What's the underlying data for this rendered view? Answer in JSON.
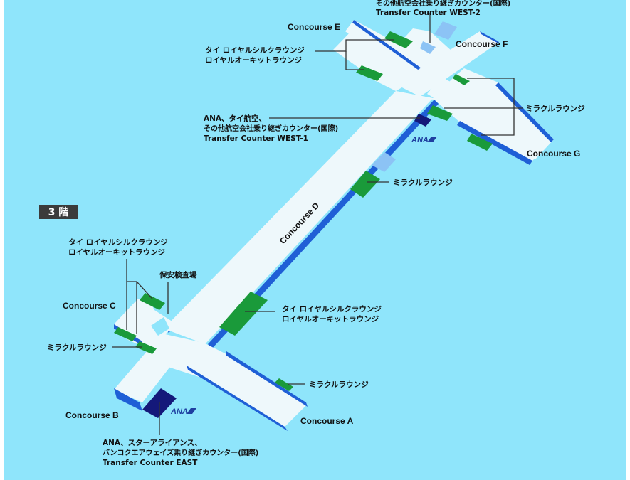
{
  "floor_label": "3 階",
  "concourses": {
    "a": "Concourse A",
    "b": "Concourse B",
    "c": "Concourse C",
    "d": "Concourse D",
    "e": "Concourse E",
    "f": "Concourse F",
    "g": "Concourse G"
  },
  "ana_logo": "ANA",
  "labels": {
    "west2_line1": "その他航空会社乗り継ぎカウンター(国際)",
    "west2_line2": "Transfer Counter WEST-2",
    "thai_ef_line1": "タイ ロイヤルシルクラウンジ",
    "thai_ef_line2": "ロイヤルオーキットラウンジ",
    "miracle_fg": "ミラクルラウンジ",
    "west1_line1": "ANA、タイ航空、",
    "west1_line2": "その他航空会社乗り継ぎカウンター(国際)",
    "west1_line3": "Transfer Counter WEST-1",
    "miracle_d": "ミラクルラウンジ",
    "thai_c_line1": "タイ ロイヤルシルクラウンジ",
    "thai_c_line2": "ロイヤルオーキットラウンジ",
    "security": "保安検査場",
    "thai_d_line1": "タイ ロイヤルシルクラウンジ",
    "thai_d_line2": "ロイヤルオーキットラウンジ",
    "miracle_c": "ミラクルラウンジ",
    "miracle_a": "ミラクルラウンジ",
    "east_line1": "ANA、スターアライアンス、",
    "east_line2": "バンコクエアウェイズ乗り継ぎカウンター(国際)",
    "east_line3": "Transfer Counter EAST"
  },
  "colors": {
    "background": "#8fe5fb",
    "floor": "#eef8fb",
    "edge": "#1f5fd6",
    "lounge": "#1a9a3a",
    "ana_counter": "#14187a",
    "light_counter": "#8cc3f5"
  }
}
